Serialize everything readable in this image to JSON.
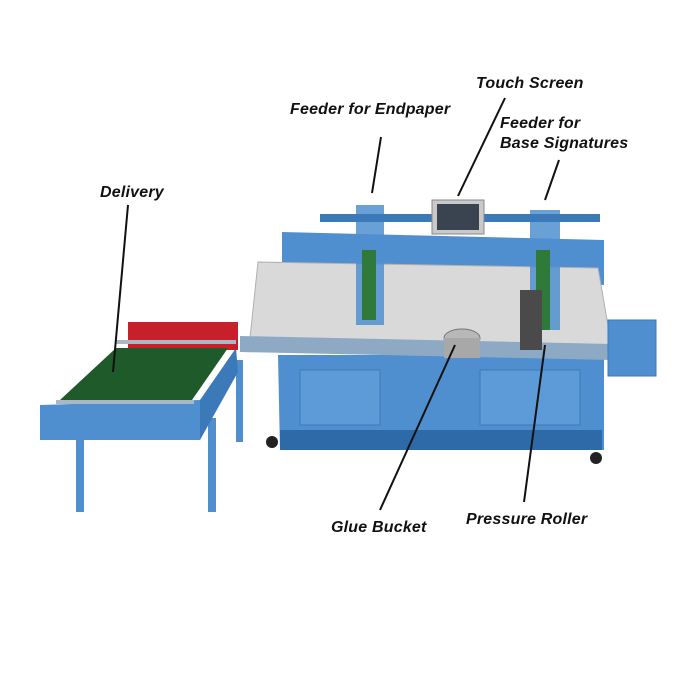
{
  "labels": {
    "feeder_endpaper": "Feeder for Endpaper",
    "touch_screen": "Touch Screen",
    "feeder_base_line1": "Feeder for",
    "feeder_base_line2": "Base Signatures",
    "delivery": "Delivery",
    "glue_bucket": "Glue Bucket",
    "pressure_roller": "Pressure Roller"
  },
  "colors": {
    "machine_blue": "#4f8fcf",
    "machine_blue_dark": "#2f6aa8",
    "table_gray": "#d9d9d9",
    "belt_green": "#1e5a2a",
    "guard_red": "#c8202a",
    "label_text": "#111111"
  }
}
